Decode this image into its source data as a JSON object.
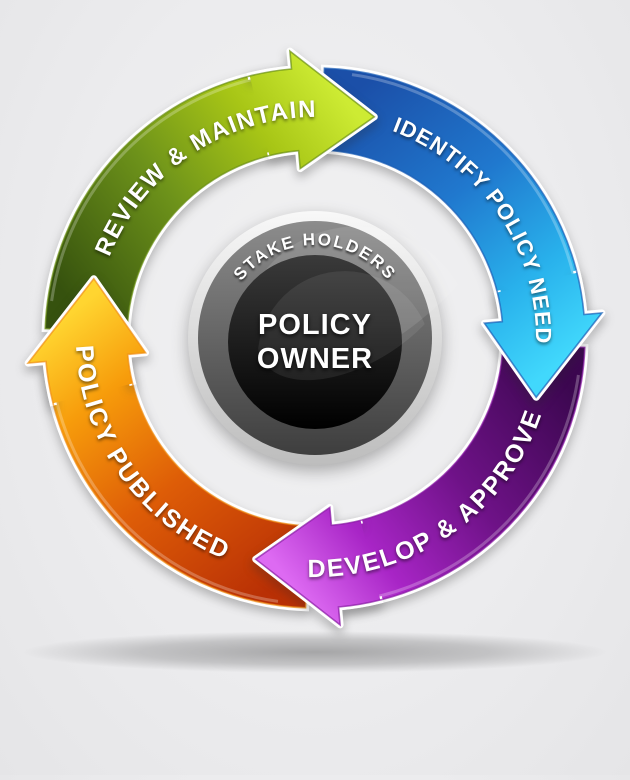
{
  "background": {
    "page": "#ededee",
    "ground_shadow": "#000000"
  },
  "diagram": {
    "center": {
      "ring_label": "STAKE HOLDERS",
      "line1": "POLICY",
      "line2": "OWNER",
      "text_color": "#ffffff",
      "silver_top": "#f8f8f8",
      "silver_bottom": "#bdbdbd",
      "gray_top": "#8c8c8c",
      "gray_bottom": "#3e3e3e",
      "core_top": "#3a3a3a",
      "core_bottom": "#000000"
    },
    "arrow_text_color": "#ffffff",
    "segments": [
      {
        "id": "review-maintain",
        "label": "REVIEW & MAINTAIN",
        "tip_deg": 12,
        "text_side": "outer",
        "font_size": 24,
        "letter_spacing": 1.5,
        "stops": [
          "#36520e",
          "#6d921a",
          "#a8c616",
          "#cdeb33"
        ],
        "edge": "#6a8f14"
      },
      {
        "id": "identify-policy-need",
        "label": "IDENTIFY POLICY NEED",
        "tip_deg": 102,
        "text_side": "outer",
        "font_size": 22,
        "letter_spacing": 1,
        "stops": [
          "#1b4fa8",
          "#2078ce",
          "#29b2ec",
          "#41d8fc"
        ],
        "edge": "#1a5cb5"
      },
      {
        "id": "develop-approve",
        "label": "DEVELOP & APPROVE",
        "tip_deg": 192,
        "text_side": "inner",
        "font_size": 25,
        "letter_spacing": 2,
        "stops": [
          "#3c0750",
          "#6e1287",
          "#a825c6",
          "#dd6af2"
        ],
        "edge": "#8718a2"
      },
      {
        "id": "policy-published",
        "label": "POLICY PUBLISHED",
        "tip_deg": 282,
        "text_side": "inner",
        "font_size": 25,
        "letter_spacing": 2,
        "stops": [
          "#b93005",
          "#de5d07",
          "#f79c0b",
          "#ffd530"
        ],
        "edge": "#f08d12"
      }
    ]
  }
}
